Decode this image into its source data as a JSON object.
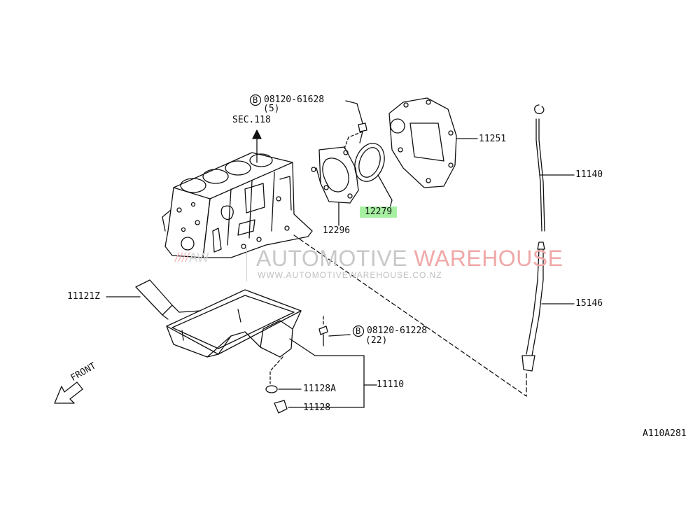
{
  "diagram": {
    "labels": {
      "bolt_top_code": "08120-61628",
      "bolt_top_qty": "(5)",
      "sec_ref": "SEC.118",
      "rear_plate": "11251",
      "oil_seal": "12279",
      "seal_retainer": "12296",
      "dipstick": "11140",
      "guide_tube": "15146",
      "gasket_sealant": "11121Z",
      "bolt_pan_code": "08120-61228",
      "bolt_pan_qty": "(22)",
      "drain_washer": "11128A",
      "oil_pan": "11110",
      "drain_plug": "11128",
      "front": "FRONT",
      "diagram_code": "A110A281",
      "b_symbol": "B"
    },
    "watermark": {
      "logo_text": "AW",
      "name_part1": "AUTOMOTIVE ",
      "name_part2": "WAREHOUSE",
      "url": "WWW.AUTOMOTIVEWAREHOUSE.CO.NZ"
    },
    "highlight_color": "#a7f0a2"
  }
}
